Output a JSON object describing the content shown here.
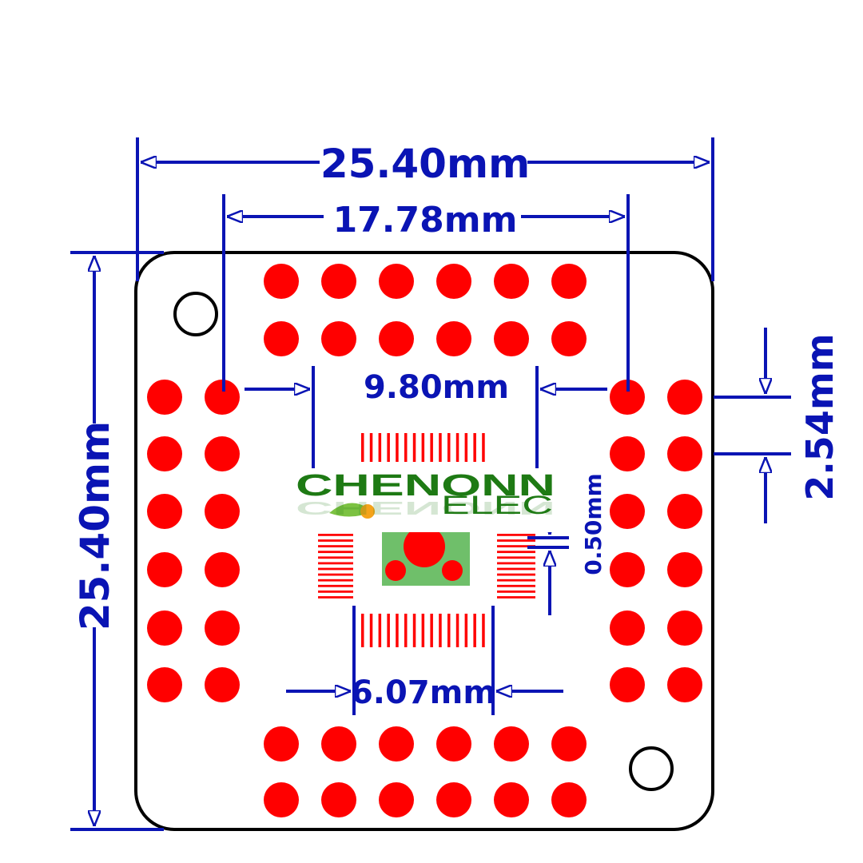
{
  "dimensions": {
    "board_width": "25.40mm",
    "pad_span": "17.78mm",
    "chip_width": "9.80mm",
    "board_height": "25.40mm",
    "pin_pitch": "2.54mm",
    "smd_pitch": "0.50mm",
    "center_span": "6.07mm"
  },
  "logo": {
    "main": "CHENONN",
    "sub": "ELEC"
  },
  "colors": {
    "dimension": "#0a14b4",
    "pad": "#ff0000",
    "board_outline": "#000000",
    "thermal_pad": "#6fbf6a",
    "logo": "#1e7a14",
    "logo_accent": "#f5a31a"
  }
}
